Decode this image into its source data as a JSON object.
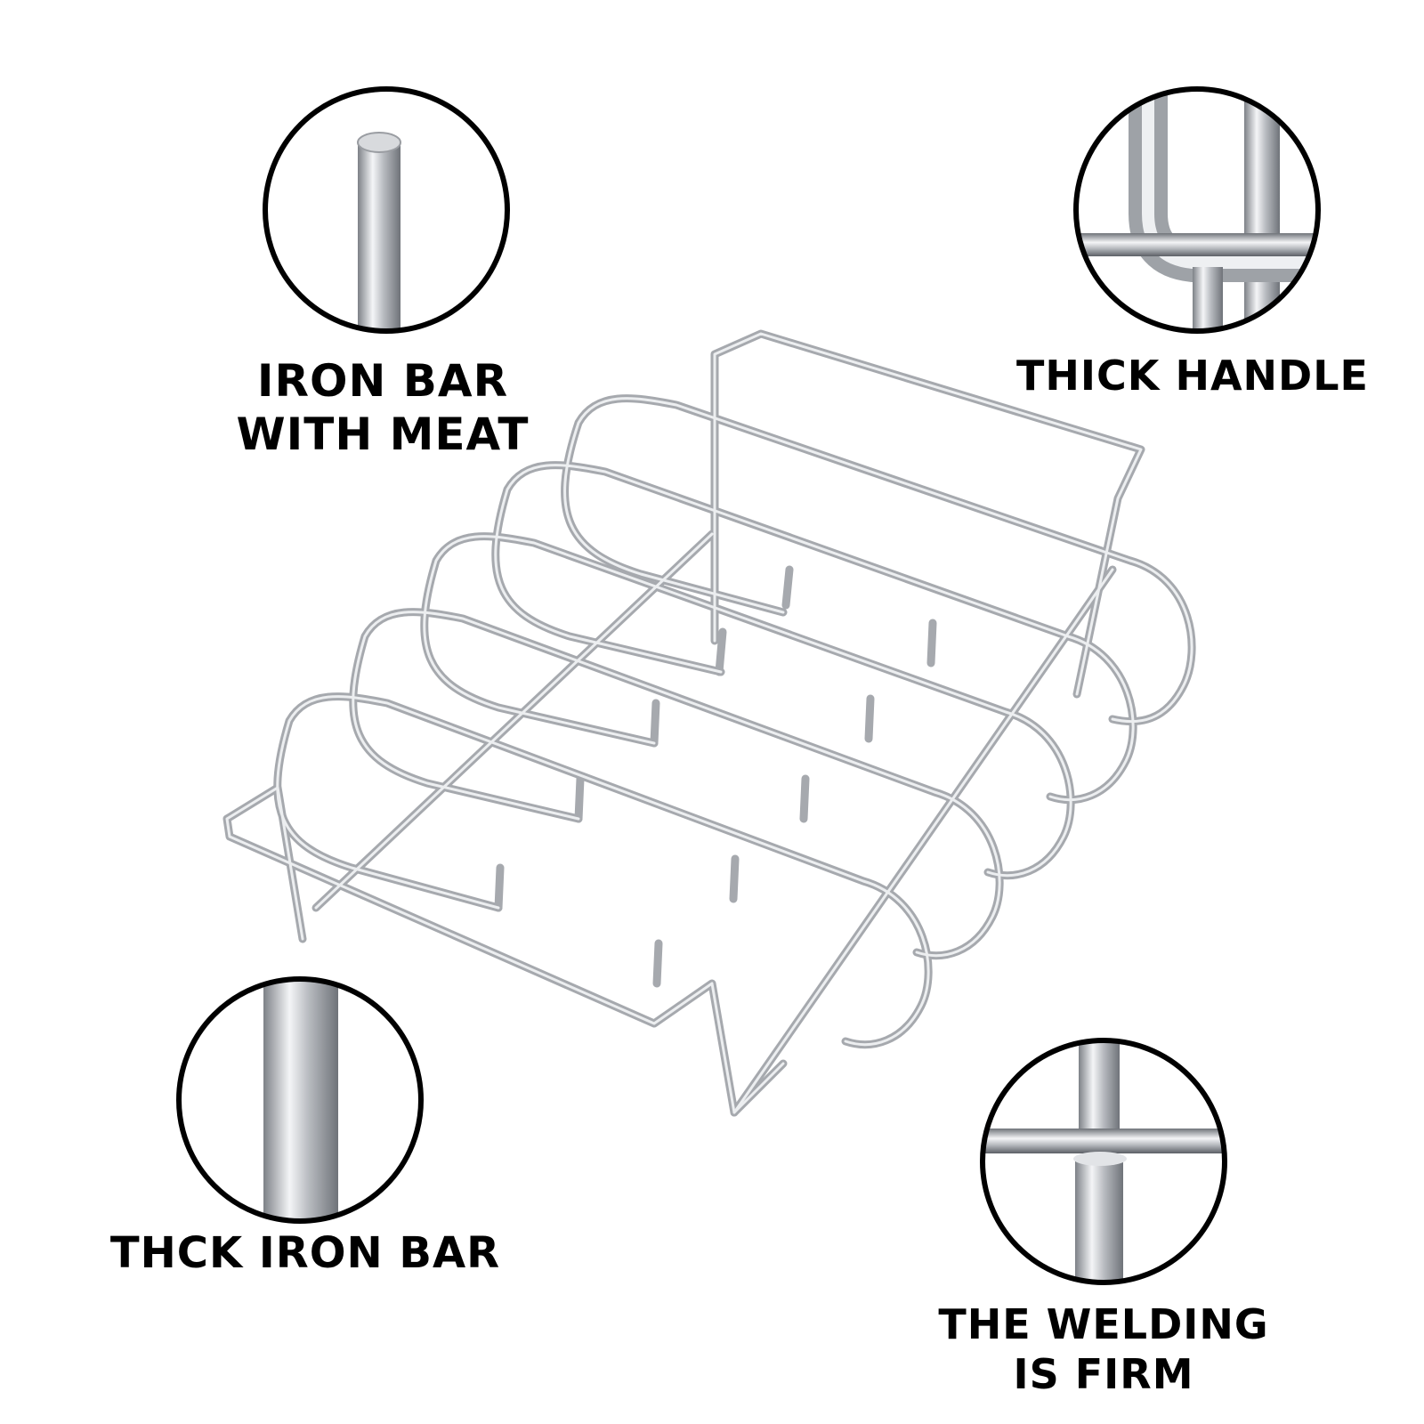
{
  "callouts": {
    "iron_bar": {
      "line1": "IRON BAR",
      "line2": "WITH MEAT"
    },
    "thick_handle": {
      "text": "THICK HANDLE"
    },
    "thick_iron_bar": {
      "text": "THCK IRON BAR"
    },
    "welding": {
      "line1": "THE WELDING",
      "line2": "IS FIRM"
    }
  },
  "colors": {
    "text": "#000000",
    "wire": "#a6a9ae",
    "wire_highlight": "#e9ebee",
    "circle_border": "#000000"
  }
}
